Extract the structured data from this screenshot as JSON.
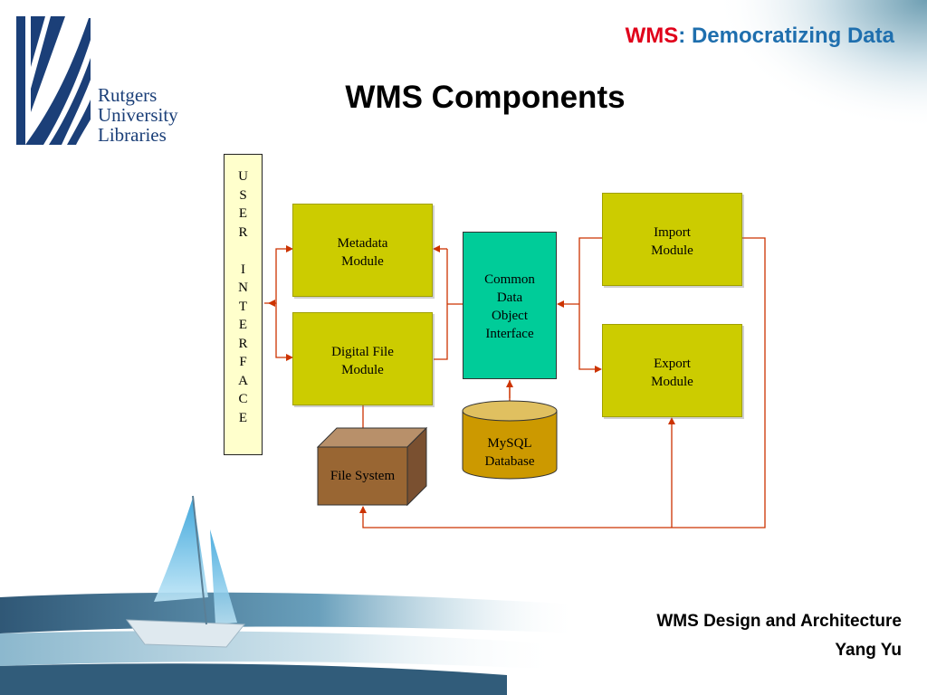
{
  "header": {
    "tag_accent": "WMS",
    "tag_rest": ": Democratizing Data"
  },
  "brand": {
    "line1": "Rutgers",
    "line2": "University",
    "line3": "Libraries"
  },
  "slide": {
    "title": "WMS Components"
  },
  "diagram": {
    "user_interface_letters": [
      "U",
      "S",
      "E",
      "R",
      "",
      "I",
      "N",
      "T",
      "E",
      "R",
      "F",
      "A",
      "C",
      "E"
    ],
    "metadata_module": [
      "Metadata",
      "Module"
    ],
    "digital_file_module": [
      "Digital File",
      "Module"
    ],
    "common_data_object_interface": [
      "Common",
      "Data",
      "Object",
      "Interface"
    ],
    "import_module": [
      "Import",
      "Module"
    ],
    "export_module": [
      "Export",
      "Module"
    ],
    "mysql_database": [
      "MySQL",
      "Database"
    ],
    "file_system": "File System",
    "colors": {
      "module_fill": "#cccc00",
      "interface_fill": "#00cc99",
      "ui_fill": "#ffffcc",
      "database_fill": "#cc9900",
      "file_system_fill": "#996633",
      "connector": "#cc3300"
    }
  },
  "footer": {
    "subtitle": "WMS Design and Architecture",
    "author": "Yang Yu"
  }
}
